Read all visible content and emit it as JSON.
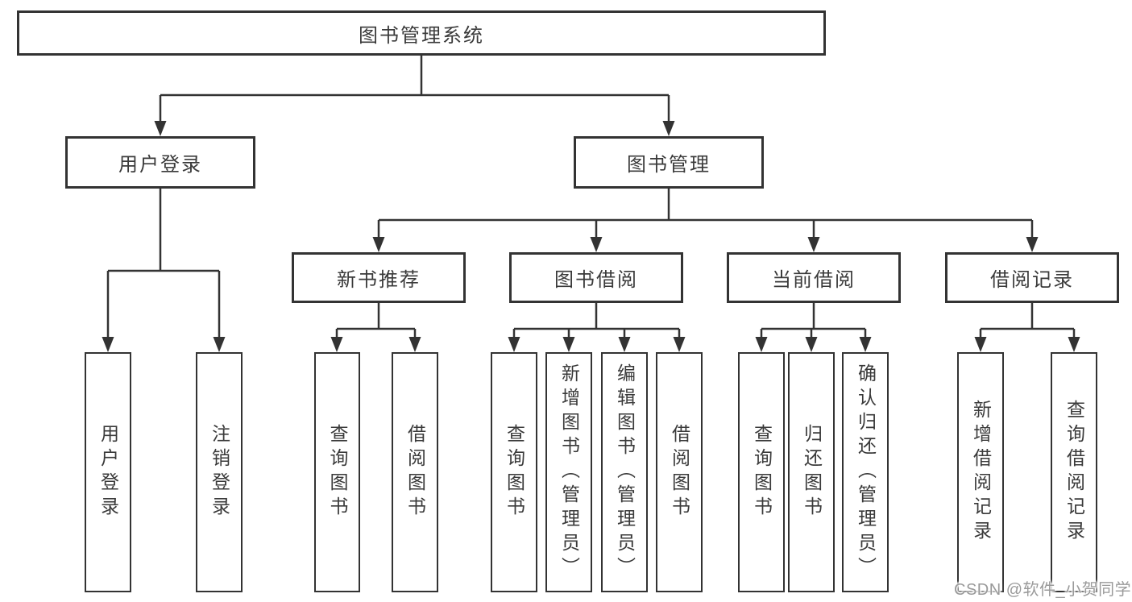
{
  "colors": {
    "line": "#333333",
    "text": "#3a3a3a",
    "background": "#ffffff",
    "watermark": "#9a9a9a"
  },
  "watermark": {
    "text": "CSDN @软件_小贺同学"
  },
  "tree": {
    "label": "图书管理系统",
    "children": [
      {
        "label": "用户登录",
        "children": [
          {
            "label": "用户登录"
          },
          {
            "label": "注销登录"
          }
        ]
      },
      {
        "label": "图书管理",
        "children": [
          {
            "label": "新书推荐",
            "children": [
              {
                "label": "查询图书"
              },
              {
                "label": "借阅图书"
              }
            ]
          },
          {
            "label": "图书借阅",
            "children": [
              {
                "label": "查询图书"
              },
              {
                "label": "新增图书（管理员）"
              },
              {
                "label": "编辑图书（管理员）"
              },
              {
                "label": "借阅图书"
              }
            ]
          },
          {
            "label": "当前借阅",
            "children": [
              {
                "label": "查询图书"
              },
              {
                "label": "归还图书"
              },
              {
                "label": "确认归还（管理员）"
              }
            ]
          },
          {
            "label": "借阅记录",
            "children": [
              {
                "label": "新增借阅记录"
              },
              {
                "label": "查询借阅记录"
              }
            ]
          }
        ]
      }
    ]
  }
}
